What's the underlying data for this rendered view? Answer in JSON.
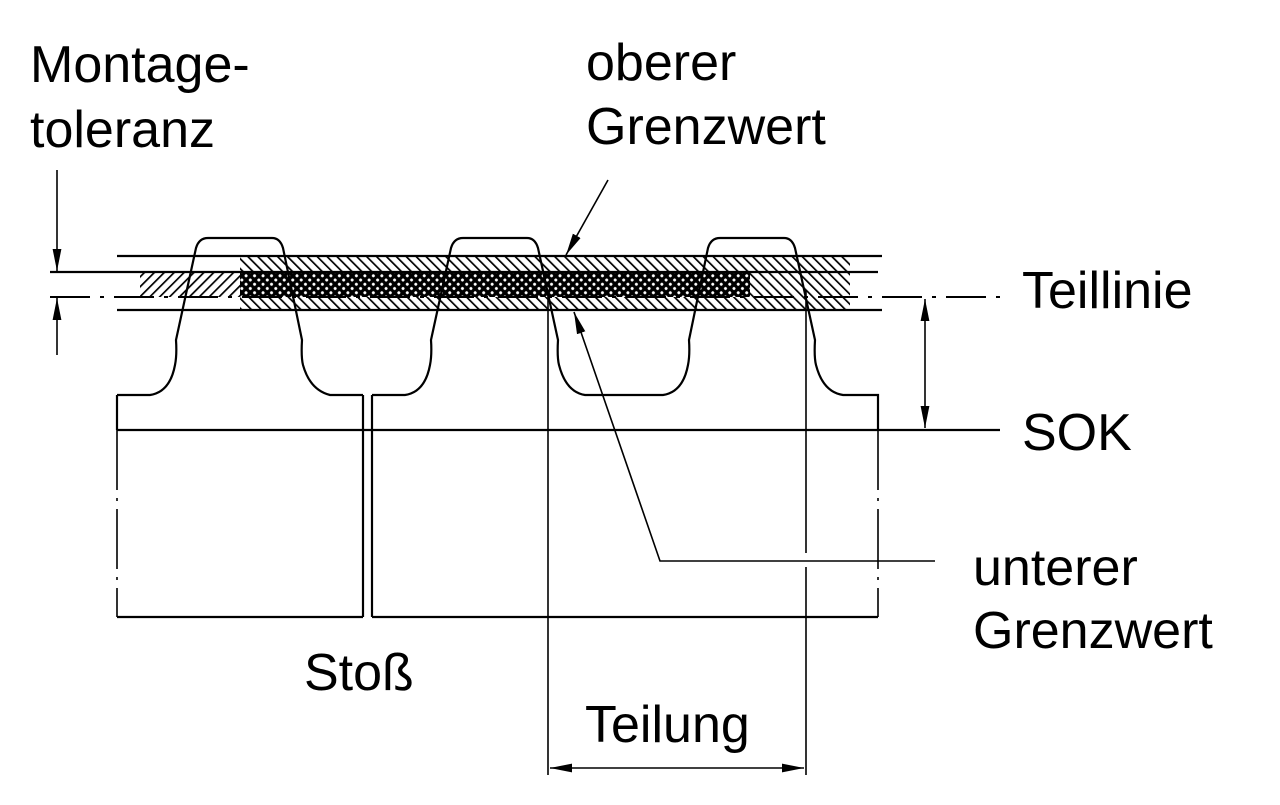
{
  "diagram": {
    "labels": {
      "montage_line1": "Montage-",
      "montage_line2": "toleranz",
      "oberer_line1": "oberer",
      "oberer_line2": "Grenzwert",
      "teillinie": "Teillinie",
      "sok": "SOK",
      "unterer_line1": "unterer",
      "unterer_line2": "Grenzwert",
      "stoss": "Stoß",
      "teilung": "Teilung"
    },
    "colors": {
      "ink": "#000000",
      "background": "#ffffff"
    }
  }
}
